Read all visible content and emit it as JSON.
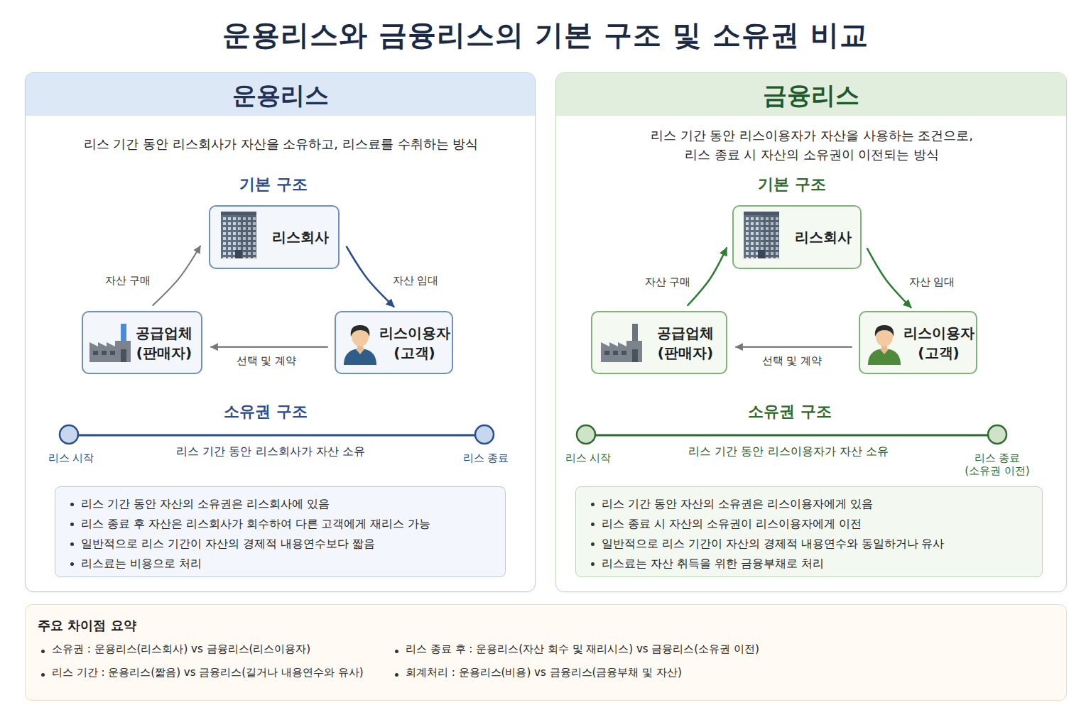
{
  "diagram": {
    "title": "운용리스와 금융리스의 기본 구조 및 소유권 비교",
    "nodes": [
      {
        "text": [
          "운용리스",
          "리스 기간 동안 리스회사가 자산을 소유하고, 리스료를 수취하는 방식"
        ]
      },
      {
        "text": [
          "리스회사"
        ],
        "in": 0
      },
      {
        "text": [
          "공급업체 (판매자)"
        ],
        "in": 0
      },
      {
        "text": [
          "리스이용자 (고객)"
        ],
        "in": 0
      },
      {
        "text": [
          "리스 기간 동안 자산의 소유권은 리스회사에 있음",
          "리스 종료 후 자산은 리스회사가 회수하여 다른 고객에게 재리스 가능",
          "일반적으로 리스 기간이 자산의 경제적 내용연수보다 짧음",
          "리스료는 비용으로 처리"
        ],
        "in": 0
      },
      {
        "text": [
          "금융리스",
          "리스 기간 동안 리스이용자가 자산을 사용하는 조건으로, 리스 종료 시 자산의 소유권이 이전되는 방식"
        ]
      },
      {
        "text": [
          "리스회사"
        ],
        "in": 5
      },
      {
        "text": [
          "공급업체 (판매자)"
        ],
        "in": 5
      },
      {
        "text": [
          "리스이용자 (고객)"
        ],
        "in": 5
      },
      {
        "text": [
          "리스 기간 동안 자산의 소유권은 리스이용자에게 있음",
          "리스 종료 시 자산의 소유권이 리스이용자에게 이전",
          "일반적으로 리스 기간이 자산의 경제적 내용연수와 동일하거나 유사",
          "리스료는 자산 취득을 위한 금융부채로 처리"
        ],
        "in": 5
      },
      {
        "text": [
          "주요 차이점 요약",
          "소유권 : 운용리스(리스회사) vs 금융리스(리스이용자)",
          "리스 종료 후 : 운용리스(자산 회수 및 재리시스) vs 금융리스(소유권 이전)",
          "리스 기간 : 운용리스(짧음) vs 금융리스(길거나 내용연수와 유사)",
          "회계처리 : 운용리스(비용) vs 금융리스(금융부채 및 자산)"
        ]
      }
    ],
    "edges": [
      {
        "from": 2,
        "to": 1,
        "label": "자산 구매",
        "arrow": "to"
      },
      {
        "from": 1,
        "to": 3,
        "label": "자산 임대",
        "arrow": "to"
      },
      {
        "from": 3,
        "to": 2,
        "label": "선택 및 계약",
        "arrow": "to"
      },
      {
        "from": 7,
        "to": 6,
        "label": "자산 구매",
        "arrow": "to"
      },
      {
        "from": 6,
        "to": 8,
        "label": "자산 임대",
        "arrow": "to"
      },
      {
        "from": 8,
        "to": 7,
        "label": "선택 및 계약",
        "arrow": "to"
      }
    ],
    "labels": [
      "기본 구조",
      "소유권 구조",
      "리스 시작",
      "리스 기간 동안 리스회사가 자산 소유",
      "리스 종료",
      "기본 구조",
      "소유권 구조",
      "리스 시작",
      "리스 기간 동안 리스이용자가 자산 소유",
      "리스 종료 (소유권 이전)"
    ]
  }
}
